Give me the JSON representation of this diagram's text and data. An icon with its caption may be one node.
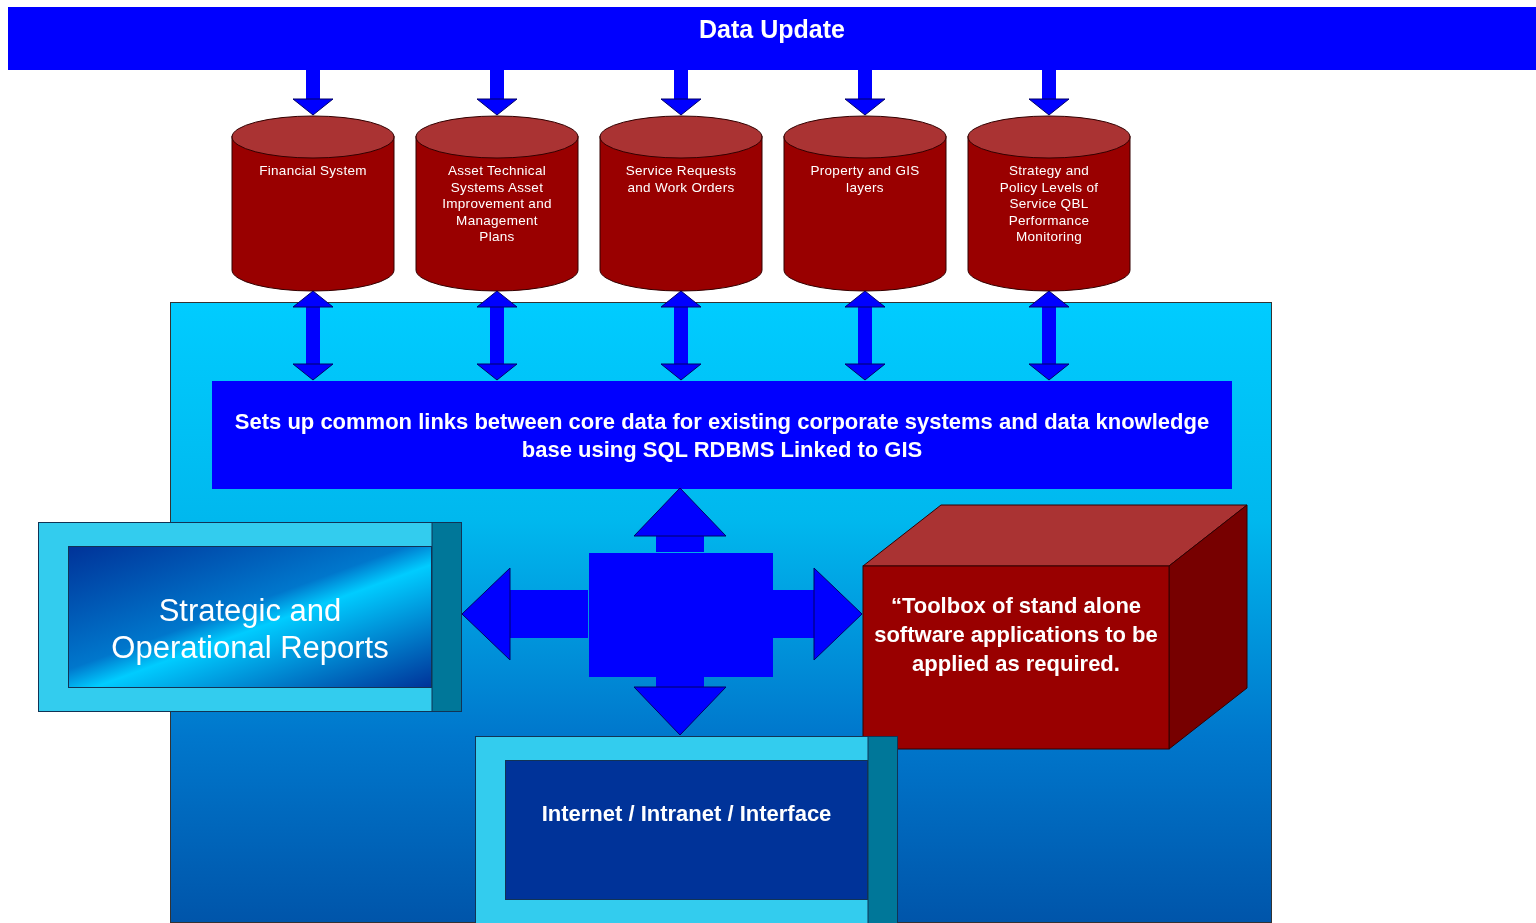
{
  "diagram": {
    "nodes": [
      {
        "text": [
          "Data Update"
        ]
      },
      {
        "text": [
          "Financial System"
        ]
      },
      {
        "text": [
          "Asset Technical Systems Asset Improvement and Management Plans"
        ]
      },
      {
        "text": [
          "Service Requests and Work Orders"
        ]
      },
      {
        "text": [
          "Property and GIS layers"
        ]
      },
      {
        "text": [
          "Strategy and Policy Levels of Service QBL Performance Monitoring"
        ]
      },
      {
        "text": [],
        "shape": "box"
      },
      {
        "text": [
          "Sets up common links between core data for existing corporate systems and data knowledge base using SQL RDBMS Linked to GIS"
        ],
        "in": 6
      },
      {
        "text": [
          "Strategic and Operational Reports"
        ]
      },
      {
        "text": [],
        "shape": "box",
        "in": 6
      },
      {
        "text": [
          "“Toolbox of stand alone software applications to be applied as required."
        ],
        "in": 6
      },
      {
        "text": [
          "Internet / Intranet / Interface"
        ],
        "in": 6
      }
    ],
    "edges": [
      {
        "from": 0,
        "to": 1,
        "arrow": "to"
      },
      {
        "from": 0,
        "to": 2,
        "arrow": "to"
      },
      {
        "from": 0,
        "to": 3,
        "arrow": "to"
      },
      {
        "from": 0,
        "to": 4,
        "arrow": "to"
      },
      {
        "from": 0,
        "to": 5,
        "arrow": "to"
      },
      {
        "from": 1,
        "to": 7,
        "arrow": "both"
      },
      {
        "from": 2,
        "to": 7,
        "arrow": "both"
      },
      {
        "from": 3,
        "to": 7,
        "arrow": "both"
      },
      {
        "from": 4,
        "to": 7,
        "arrow": "both"
      },
      {
        "from": 5,
        "to": 7,
        "arrow": "both"
      },
      {
        "from": 9,
        "to": 7,
        "arrow": "to",
        "style": "thick"
      },
      {
        "from": 9,
        "to": 8,
        "arrow": "to",
        "style": "thick"
      },
      {
        "from": 9,
        "to": 10,
        "arrow": "to",
        "style": "thick"
      },
      {
        "from": 9,
        "to": 11,
        "arrow": "to",
        "style": "thick"
      }
    ]
  }
}
